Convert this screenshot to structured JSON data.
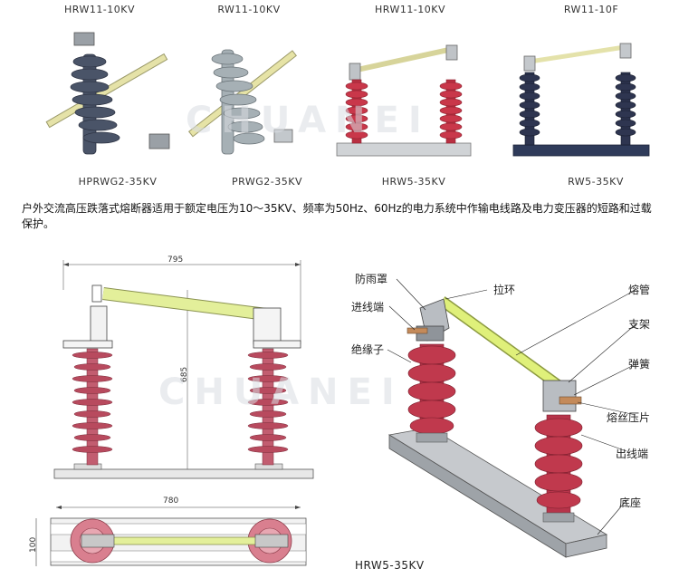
{
  "products": {
    "top_labels": [
      "HRW11-10KV",
      "RW11-10KV",
      "HRW11-10KV",
      "RW11-10F"
    ],
    "bottom_labels": [
      "HPRWG2-35KV",
      "PRWG2-35KV",
      "HRW5-35KV",
      "RW5-35KV"
    ]
  },
  "watermark": "CHUANEI",
  "description": "户外交流高压跌落式熔断器适用于额定电压为10～35KV、频率为50Hz、60Hz的电力系统中作输电线路及电力变压器的短路和过载保护。",
  "drawing": {
    "width_top": "795",
    "height": "685",
    "width_bottom": "780",
    "depth": "100"
  },
  "diagram": {
    "caption": "HRW5-35KV",
    "callouts": {
      "rain_cover": "防雨罩",
      "inlet": "进线端",
      "insulator": "绝缘子",
      "pull_ring": "拉环",
      "fuse_tube": "熔管",
      "bracket": "支架",
      "spring": "弹簧",
      "fuse_plate": "熔丝压片",
      "outlet": "出线端",
      "base": "底座"
    }
  },
  "colors": {
    "grey_insulator": "#4a5468",
    "red_insulator": "#c9374a",
    "fuse_tube": "#e2e4a0",
    "drawing_red": "#b84a5e",
    "drawing_tube": "#e3ef9a"
  }
}
